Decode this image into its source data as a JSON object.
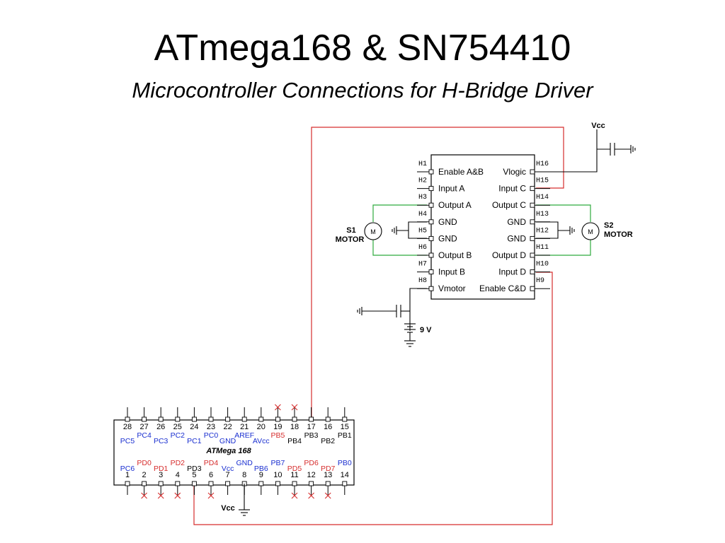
{
  "slide": {
    "title": "ATmega168 & SN754410",
    "subtitle": "Microcontroller Connections for H-Bridge Driver"
  },
  "colors": {
    "pin_red": "#d62d2d",
    "pin_blue": "#1a2fd0",
    "pin_black": "#000000",
    "wire_red": "#d62d2d",
    "wire_green": "#2faa3e",
    "nc_mark": "#d62d2d"
  },
  "hbridge": {
    "left_pins": [
      {
        "pin": "H1",
        "label": "Enable A&B"
      },
      {
        "pin": "H2",
        "label": "Input A"
      },
      {
        "pin": "H3",
        "label": "Output A"
      },
      {
        "pin": "H4",
        "label": "GND"
      },
      {
        "pin": "H5",
        "label": "GND"
      },
      {
        "pin": "H6",
        "label": "Output B"
      },
      {
        "pin": "H7",
        "label": "Input B"
      },
      {
        "pin": "H8",
        "label": "Vmotor"
      }
    ],
    "right_pins": [
      {
        "pin": "H16",
        "label": "Vlogic"
      },
      {
        "pin": "H15",
        "label": "Input C"
      },
      {
        "pin": "H14",
        "label": "Output C"
      },
      {
        "pin": "H13",
        "label": "GND"
      },
      {
        "pin": "H12",
        "label": "GND"
      },
      {
        "pin": "H11",
        "label": "Output D"
      },
      {
        "pin": "H10",
        "label": "Input D"
      },
      {
        "pin": "H9",
        "label": "Enable C&D"
      }
    ]
  },
  "motors": {
    "s1": {
      "name": "S1",
      "type": "MOTOR",
      "symbol": "M"
    },
    "s2": {
      "name": "S2",
      "type": "MOTOR",
      "symbol": "M"
    }
  },
  "power": {
    "vcc_top": "Vcc",
    "battery": "9 V",
    "vcc_bottom": "Vcc"
  },
  "mcu": {
    "name": "ATMega 168",
    "top_pins": [
      {
        "num": "28",
        "name": "PC5",
        "color": "blue",
        "nc": false
      },
      {
        "num": "27",
        "name": "PC4",
        "color": "blue",
        "nc": false
      },
      {
        "num": "26",
        "name": "PC3",
        "color": "blue",
        "nc": false
      },
      {
        "num": "25",
        "name": "PC2",
        "color": "blue",
        "nc": false
      },
      {
        "num": "24",
        "name": "PC1",
        "color": "blue",
        "nc": false
      },
      {
        "num": "23",
        "name": "PC0",
        "color": "blue",
        "nc": false
      },
      {
        "num": "22",
        "name": "GND",
        "color": "blue",
        "nc": false
      },
      {
        "num": "21",
        "name": "AREF",
        "color": "blue",
        "nc": false
      },
      {
        "num": "20",
        "name": "AVcc",
        "color": "blue",
        "nc": false
      },
      {
        "num": "19",
        "name": "PB5",
        "color": "red",
        "nc": true
      },
      {
        "num": "18",
        "name": "PB4",
        "color": "black",
        "nc": true
      },
      {
        "num": "17",
        "name": "PB3",
        "color": "black",
        "nc": false
      },
      {
        "num": "16",
        "name": "PB2",
        "color": "black",
        "nc": false
      },
      {
        "num": "15",
        "name": "PB1",
        "color": "black",
        "nc": false
      }
    ],
    "bottom_pins": [
      {
        "num": "1",
        "name": "PC6",
        "color": "blue",
        "nc": false
      },
      {
        "num": "2",
        "name": "PD0",
        "color": "red",
        "nc": true
      },
      {
        "num": "3",
        "name": "PD1",
        "color": "red",
        "nc": true
      },
      {
        "num": "4",
        "name": "PD2",
        "color": "red",
        "nc": true
      },
      {
        "num": "5",
        "name": "PD3",
        "color": "black",
        "nc": false
      },
      {
        "num": "6",
        "name": "PD4",
        "color": "red",
        "nc": true
      },
      {
        "num": "7",
        "name": "Vcc",
        "color": "blue",
        "nc": false
      },
      {
        "num": "8",
        "name": "GND",
        "color": "blue",
        "nc": false
      },
      {
        "num": "9",
        "name": "PB6",
        "color": "blue",
        "nc": false
      },
      {
        "num": "10",
        "name": "PB7",
        "color": "blue",
        "nc": false
      },
      {
        "num": "11",
        "name": "PD5",
        "color": "red",
        "nc": true
      },
      {
        "num": "12",
        "name": "PD6",
        "color": "red",
        "nc": true
      },
      {
        "num": "13",
        "name": "PD7",
        "color": "red",
        "nc": true
      },
      {
        "num": "14",
        "name": "PB0",
        "color": "blue",
        "nc": false
      }
    ]
  }
}
